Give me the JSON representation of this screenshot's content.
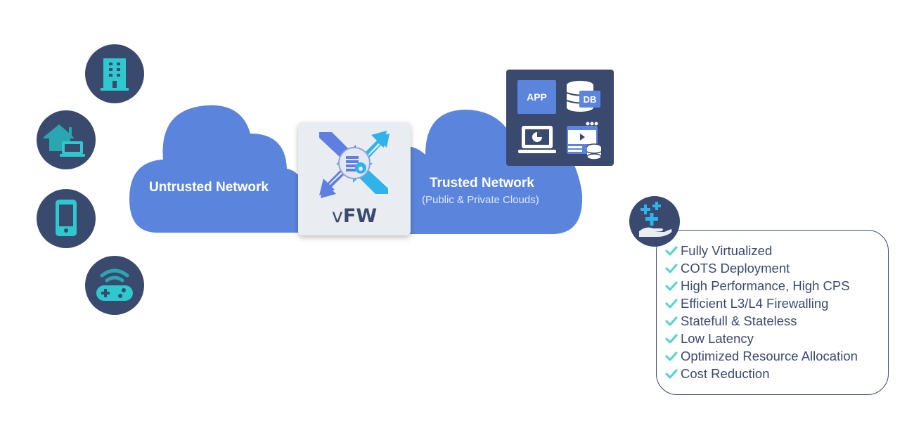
{
  "devices": [
    {
      "name": "building",
      "icon": "building-icon"
    },
    {
      "name": "home-office",
      "icon": "home-laptop-icon"
    },
    {
      "name": "mobile",
      "icon": "smartphone-icon"
    },
    {
      "name": "gaming",
      "icon": "gamepad-wifi-icon"
    }
  ],
  "untrusted_cloud": {
    "label": "Untrusted Network"
  },
  "vfw": {
    "prefix": "v",
    "name": "FW",
    "icon": "firewall-icon"
  },
  "trusted_cloud": {
    "label": "Trusted Network",
    "sublabel": "(Public & Private Clouds)"
  },
  "apps_panel": {
    "app_label": "APP",
    "db_label": "DB",
    "icons": [
      "app-icon",
      "database-icon",
      "laptop-chart-icon",
      "media-storage-icon"
    ]
  },
  "benefits": {
    "icon": "hand-plus-icon",
    "items": [
      "Fully Virtualized",
      "COTS Deployment",
      "High Performance, High CPS",
      "Efficient L3/L4 Firewalling",
      "Statefull & Stateless",
      "Low Latency",
      "Optimized Resource Allocation",
      "Cost Reduction"
    ]
  },
  "colors": {
    "dark_navy": "#3a4a6e",
    "cloud_blue": "#5b85dc",
    "teal": "#2ec8cf",
    "cyan": "#2fb3ea",
    "check_teal": "#5fd3cc"
  }
}
